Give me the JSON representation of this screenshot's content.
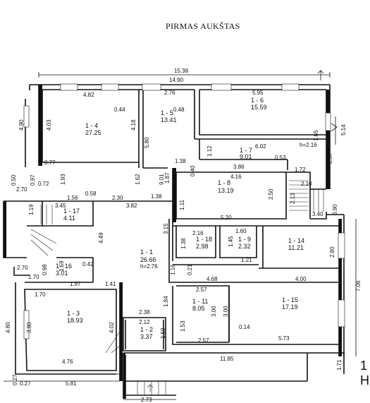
{
  "title": "PIRMAS AUKŠTAS",
  "rooms": [
    {
      "id": "1 - 4",
      "area": "27.25"
    },
    {
      "id": "1 - 5",
      "area": "13.41"
    },
    {
      "id": "1 - 6",
      "area": "15.59"
    },
    {
      "id": "1 - 7",
      "area": "9.01"
    },
    {
      "id": "1 - 8",
      "area": "13.19"
    },
    {
      "id": "1 - 17",
      "area": "4.11"
    },
    {
      "id": "1 - 18",
      "area": "2.98"
    },
    {
      "id": "1 - 9",
      "area": "2.32"
    },
    {
      "id": "1 - 14",
      "area": "11.21"
    },
    {
      "id": "1 - 1",
      "area": "26.66",
      "height": "h=2.76"
    },
    {
      "id": "1 - 16",
      "area": "3.01"
    },
    {
      "id": "1 - 3",
      "area": "18.93"
    },
    {
      "id": "1 - 11",
      "area": "8.05"
    },
    {
      "id": "1 - 15",
      "area": "17.19"
    },
    {
      "id": "1 - 2",
      "area": "3.37"
    }
  ],
  "h_label_7": "h=2.16",
  "dimensions": [
    "15.38",
    "14.90",
    "4.82",
    "2.76",
    "5.95",
    "0.44",
    "0.48",
    "4.90",
    "4.03",
    "4.18",
    "5.80",
    "1.38",
    "6.02",
    "1.12",
    "3.86",
    "0.53",
    "1.72",
    "0.40",
    "4.16",
    "1.87",
    "0.77",
    "0.97",
    "0.72",
    "1.93",
    "2.70",
    "0.50",
    "1.62",
    "0.58",
    "2.30",
    "1.38",
    "3.82",
    "3.45",
    "1.56",
    "1.19",
    "2.50",
    "2.13",
    "2.10",
    "2.57",
    "1.65",
    "5.14",
    "3.40",
    "0.90",
    "1.11",
    "5.20",
    "3.15",
    "2.16",
    "1.60",
    "1.38",
    "1.45",
    "4.49",
    "1.21",
    "2.80",
    "0.42",
    "1.59",
    "0.98",
    "2.70",
    "1.70",
    "1.97",
    "1.41",
    "1.16",
    "0.21",
    "4.68",
    "4.00",
    "7.06",
    "1.70",
    "3.90",
    "4.80",
    "4.02",
    "1.84",
    "2.57",
    "1.53",
    "3.00",
    "3.00",
    "0.14",
    "2.38",
    "2.12",
    "1.59",
    "5.73",
    "2.57",
    "4.76",
    "11.85",
    "1.71",
    "0.27",
    "0.27",
    "5.81",
    "2.73",
    "9.01"
  ],
  "corner_text": "1\nH"
}
